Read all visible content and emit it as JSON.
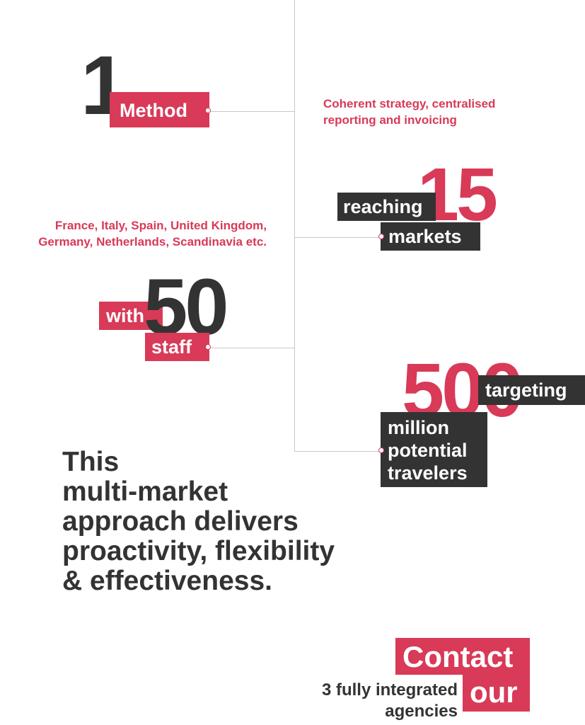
{
  "items": {
    "method": {
      "number": "1",
      "label": "Method"
    },
    "strategy_note": {
      "lines": [
        "Coherent strategy, centralised",
        "reporting and invoicing"
      ]
    },
    "markets": {
      "number": "15",
      "prefix": "reaching",
      "label": "markets"
    },
    "countries_note": {
      "lines": [
        "France, Italy, Spain, United Kingdom,",
        "Germany, Netherlands, Scandinavia etc."
      ]
    },
    "staff": {
      "number": "50",
      "prefix": "with",
      "label": "staff"
    },
    "travelers": {
      "number": "500",
      "prefix": "targeting",
      "lines": [
        "million",
        "potential",
        "travelers"
      ]
    }
  },
  "tagline": {
    "lines": [
      "This",
      "multi-market",
      "approach delivers",
      "proactivity, flexibility",
      "& effectiveness."
    ]
  },
  "contact": {
    "line1": "Contact",
    "line2": "our",
    "agencies_line1": "3 fully integrated",
    "agencies_line2": "agencies"
  },
  "colors": {
    "accent": "#d83a58",
    "dark": "#333333",
    "connector": "#c8c8c8"
  }
}
